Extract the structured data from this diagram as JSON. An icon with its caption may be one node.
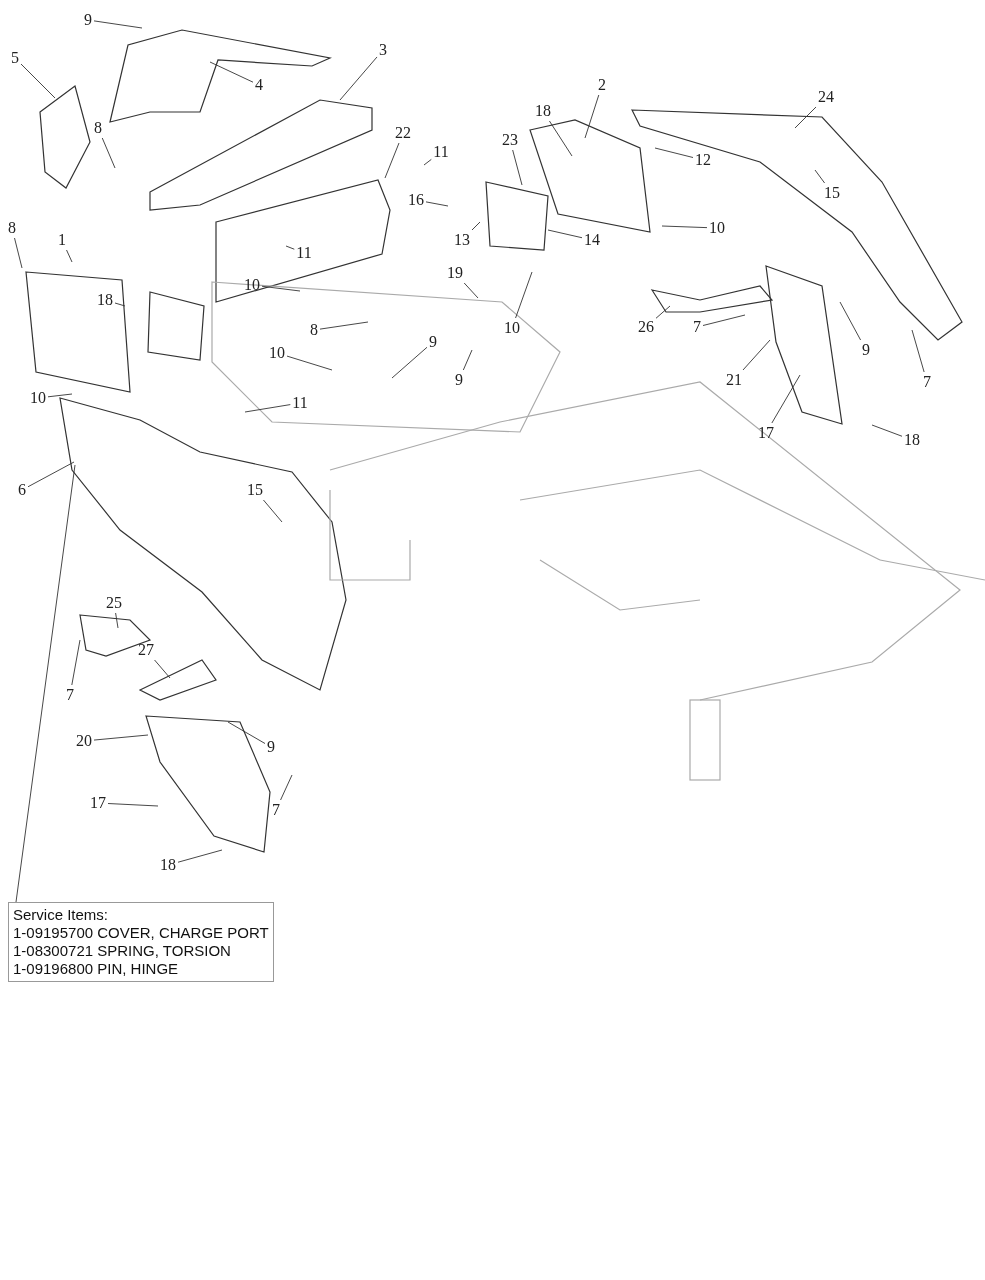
{
  "diagram": {
    "nodes": [
      {
        "text": [
          "9"
        ]
      },
      {
        "text": [
          "5"
        ]
      },
      {
        "text": [
          "4"
        ]
      },
      {
        "text": [
          "3"
        ]
      },
      {
        "text": [
          "2"
        ]
      },
      {
        "text": [
          "24"
        ]
      },
      {
        "text": [
          "18"
        ]
      },
      {
        "text": [
          "8"
        ]
      },
      {
        "text": [
          "22"
        ]
      },
      {
        "text": [
          "11"
        ]
      },
      {
        "text": [
          "23"
        ]
      },
      {
        "text": [
          "12"
        ]
      },
      {
        "text": [
          "16"
        ]
      },
      {
        "text": [
          "15"
        ]
      },
      {
        "text": [
          "13"
        ]
      },
      {
        "text": [
          "14"
        ]
      },
      {
        "text": [
          "10"
        ]
      },
      {
        "text": [
          "8"
        ]
      },
      {
        "text": [
          "1"
        ]
      },
      {
        "text": [
          "11"
        ]
      },
      {
        "text": [
          "19"
        ]
      },
      {
        "text": [
          "10"
        ]
      },
      {
        "text": [
          "26"
        ]
      },
      {
        "text": [
          "7"
        ]
      },
      {
        "text": [
          "18"
        ]
      },
      {
        "text": [
          "8"
        ]
      },
      {
        "text": [
          "9"
        ]
      },
      {
        "text": [
          "10"
        ]
      },
      {
        "text": [
          "9"
        ]
      },
      {
        "text": [
          "10"
        ]
      },
      {
        "text": [
          "9"
        ]
      },
      {
        "text": [
          "21"
        ]
      },
      {
        "text": [
          "7"
        ]
      },
      {
        "text": [
          "10"
        ]
      },
      {
        "text": [
          "11"
        ]
      },
      {
        "text": [
          "17"
        ]
      },
      {
        "text": [
          "18"
        ]
      },
      {
        "text": [
          "6"
        ]
      },
      {
        "text": [
          "15"
        ]
      },
      {
        "text": [
          "25"
        ]
      },
      {
        "text": [
          "27"
        ]
      },
      {
        "text": [
          "7"
        ]
      },
      {
        "text": [
          "20"
        ]
      },
      {
        "text": [
          "9"
        ]
      },
      {
        "text": [
          "7"
        ]
      },
      {
        "text": [
          "17"
        ]
      },
      {
        "text": [
          "18"
        ]
      },
      {
        "text": [
          "Service Items:",
          "1-09195700 COVER, CHARGE PORT",
          "1-08300721 SPRING, TORSION",
          "1-09196800 PIN, HINGE"
        ]
      }
    ],
    "edges": [
      {
        "from": 0,
        "to": null,
        "arrow": "none"
      },
      {
        "from": 1,
        "to": null,
        "arrow": "none"
      },
      {
        "from": 2,
        "to": null,
        "arrow": "none"
      },
      {
        "from": 3,
        "to": null,
        "arrow": "none"
      },
      {
        "from": 4,
        "to": null,
        "arrow": "none"
      },
      {
        "from": 5,
        "to": null,
        "arrow": "none"
      },
      {
        "from": 6,
        "to": null,
        "arrow": "none"
      },
      {
        "from": 7,
        "to": null,
        "arrow": "none"
      },
      {
        "from": 8,
        "to": null,
        "arrow": "none"
      },
      {
        "from": 9,
        "to": null,
        "arrow": "none"
      },
      {
        "from": 10,
        "to": null,
        "arrow": "none"
      },
      {
        "from": 11,
        "to": null,
        "arrow": "none"
      },
      {
        "from": 12,
        "to": null,
        "arrow": "none"
      },
      {
        "from": 13,
        "to": null,
        "arrow": "none"
      },
      {
        "from": 14,
        "to": null,
        "arrow": "none"
      },
      {
        "from": 15,
        "to": null,
        "arrow": "none"
      },
      {
        "from": 16,
        "to": null,
        "arrow": "none"
      },
      {
        "from": 17,
        "to": null,
        "arrow": "none"
      },
      {
        "from": 18,
        "to": null,
        "arrow": "none"
      },
      {
        "from": 19,
        "to": null,
        "arrow": "none"
      },
      {
        "from": 20,
        "to": null,
        "arrow": "none"
      },
      {
        "from": 21,
        "to": null,
        "arrow": "none"
      },
      {
        "from": 22,
        "to": null,
        "arrow": "none"
      },
      {
        "from": 23,
        "to": null,
        "arrow": "none"
      },
      {
        "from": 24,
        "to": null,
        "arrow": "none"
      },
      {
        "from": 25,
        "to": null,
        "arrow": "none"
      },
      {
        "from": 26,
        "to": null,
        "arrow": "none"
      },
      {
        "from": 27,
        "to": null,
        "arrow": "none"
      },
      {
        "from": 28,
        "to": null,
        "arrow": "none"
      },
      {
        "from": 29,
        "to": null,
        "arrow": "none"
      },
      {
        "from": 30,
        "to": null,
        "arrow": "none"
      },
      {
        "from": 31,
        "to": null,
        "arrow": "none"
      },
      {
        "from": 32,
        "to": null,
        "arrow": "none"
      },
      {
        "from": 33,
        "to": null,
        "arrow": "none"
      },
      {
        "from": 34,
        "to": null,
        "arrow": "none"
      },
      {
        "from": 35,
        "to": null,
        "arrow": "none"
      },
      {
        "from": 36,
        "to": null,
        "arrow": "none"
      },
      {
        "from": 37,
        "to": null,
        "arrow": "none"
      },
      {
        "from": 38,
        "to": null,
        "arrow": "none"
      },
      {
        "from": 39,
        "to": null,
        "arrow": "none"
      },
      {
        "from": 40,
        "to": null,
        "arrow": "none"
      },
      {
        "from": 41,
        "to": null,
        "arrow": "none"
      },
      {
        "from": 42,
        "to": null,
        "arrow": "none"
      },
      {
        "from": 43,
        "to": null,
        "arrow": "none"
      },
      {
        "from": 44,
        "to": null,
        "arrow": "none"
      },
      {
        "from": 45,
        "to": null,
        "arrow": "none"
      },
      {
        "from": 46,
        "to": null,
        "arrow": "none"
      },
      {
        "from": 47,
        "to": null,
        "arrow": "none"
      }
    ]
  }
}
